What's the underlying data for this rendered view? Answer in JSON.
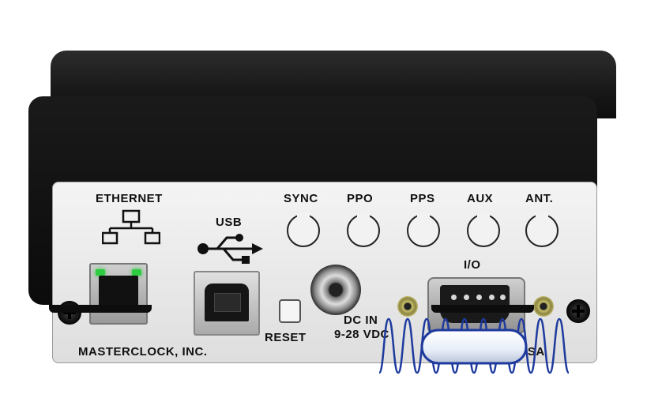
{
  "device": {
    "manufacturer_label": "MASTERCLOCK, INC.",
    "origin_label": "MADE IN USA",
    "ethernet_label": "ETHERNET",
    "usb_label": "USB",
    "reset_label": "RESET",
    "dc_in_label": "DC IN",
    "dc_voltage_label": "9-28 VDC",
    "io_label": "I/O",
    "led_labels": [
      "SYNC",
      "PPO",
      "PPS",
      "AUX",
      "ANT."
    ]
  },
  "colors": {
    "enclosure": "#111111",
    "panel": "#ececec",
    "ethernet_led": "#2ecc40",
    "logo_wave": "#1e3a9e"
  },
  "icons": [
    "network-icon",
    "usb-icon",
    "wave-logo-icon"
  ]
}
